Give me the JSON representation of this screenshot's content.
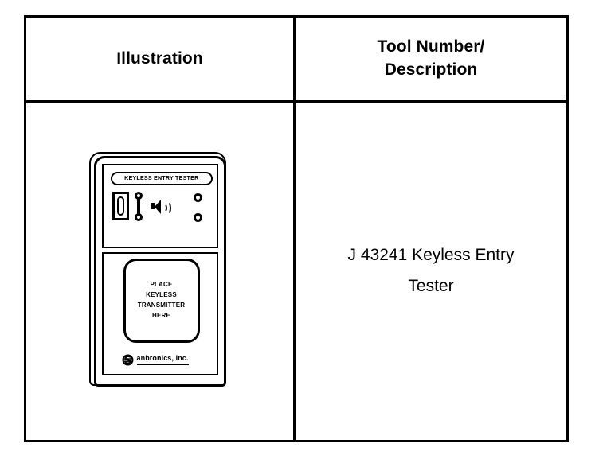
{
  "table": {
    "headers": {
      "illustration": "Illustration",
      "tool_number_line1": "Tool Number/",
      "tool_number_line2": "Description"
    },
    "rows": [
      {
        "description_line1": "J 43241 Keyless Entry",
        "description_line2": "Tester"
      }
    ]
  },
  "device": {
    "badge_label": "KEYLESS ENTRY TESTER",
    "pad_instructions": [
      "PLACE",
      "KEYLESS",
      "TRANSMITTER",
      "HERE"
    ],
    "brand_text": "anbronics, Inc.",
    "icons": {
      "speaker": "speaker-icon",
      "lcd": "lcd-display",
      "connector": "antenna-connector",
      "led_1": "led-indicator-1",
      "led_2": "led-indicator-2",
      "logo": "brand-logo-mark"
    }
  },
  "colors": {
    "ink": "#000000",
    "paper": "#ffffff"
  }
}
